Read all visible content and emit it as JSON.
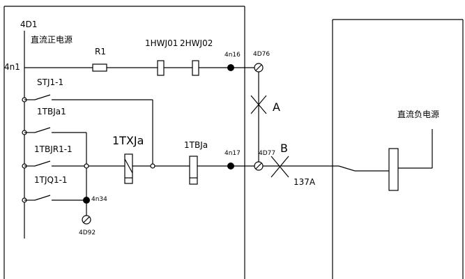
{
  "labels": {
    "pos_terminal": "4D1",
    "pos_supply": "直流正电源",
    "neg_supply": "直流负电源",
    "node_4n1": "4n1",
    "resistor": "R1",
    "relay_1hwj": "1HWJ01",
    "relay_2hwj": "2HWJ02",
    "term_4n16": "4n16",
    "term_4d76": "4D76",
    "contact_stj": "STJ1-1",
    "contact_1tbja1": "1TBJa1",
    "contact_1tbjr1": "1TBJR1-1",
    "contact_1tjq1": "1TJQ1-1",
    "relay_1txja": "1TXJa",
    "relay_1tbja": "1TBJa",
    "term_4n17": "4n17",
    "term_4d77": "4D77",
    "term_4n34": "4n34",
    "term_4d92": "4D92",
    "point_a": "A",
    "point_b": "B",
    "wire_137a": "137A"
  }
}
